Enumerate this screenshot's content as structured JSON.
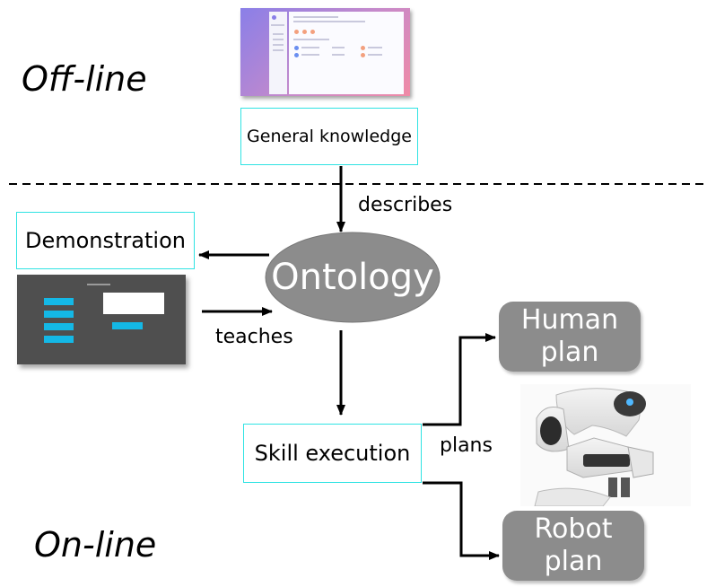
{
  "phases": {
    "offline": "Off-line",
    "online": "On-line"
  },
  "boxes": {
    "general_knowledge": "General knowledge",
    "demonstration": "Demonstration",
    "skill_execution": "Skill execution"
  },
  "ontology": "Ontology",
  "plans": {
    "human": [
      "Human",
      "plan"
    ],
    "robot": [
      "Robot",
      "plan"
    ]
  },
  "edge_labels": {
    "describes": "describes",
    "teaches": "teaches",
    "plans": "plans"
  },
  "colors": {
    "box_border": "#2fe3e3",
    "ellipse": "#8c8c8c",
    "pill": "#8c8c8c",
    "dark_panel": "#4f4f4f",
    "button_accent": "#14b8e6"
  }
}
